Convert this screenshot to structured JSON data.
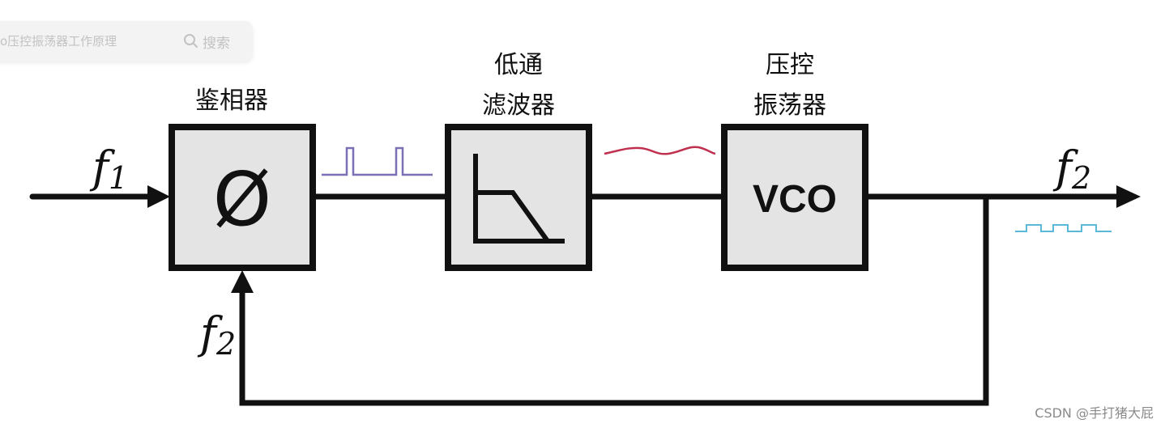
{
  "search": {
    "query": "o压控振荡器工作原理",
    "button_label": "搜索"
  },
  "blocks": {
    "phase_detector": {
      "label": "鉴相器",
      "symbol": "Ø"
    },
    "low_pass_filter": {
      "label_line1": "低通",
      "label_line2": "滤波器"
    },
    "vco": {
      "label_line1": "压控",
      "label_line2": "振荡器",
      "symbol": "VCO"
    }
  },
  "signals": {
    "input": {
      "base": "f",
      "sub": "1"
    },
    "output": {
      "base": "f",
      "sub": "2"
    },
    "feedback": {
      "base": "f",
      "sub": "2"
    }
  },
  "waveforms": {
    "phase_detector_output": {
      "type": "pulse",
      "color": "#7b6fb5"
    },
    "filter_output": {
      "type": "wave",
      "color": "#c0304f"
    },
    "vco_output": {
      "type": "pulse",
      "color": "#5bb8d6"
    }
  },
  "colors": {
    "block_fill": "#e4e4e4",
    "stroke": "#111111"
  },
  "watermark": "CSDN @手打猪大屁"
}
